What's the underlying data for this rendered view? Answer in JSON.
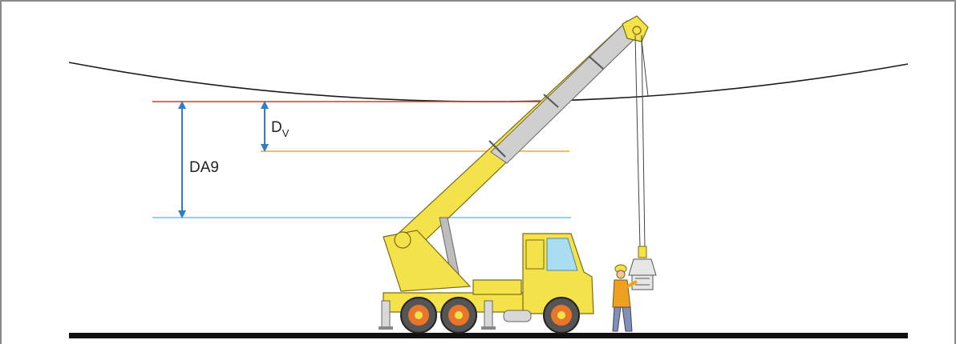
{
  "labels": {
    "dv_main": "D",
    "dv_sub": "V",
    "da9": "DA9"
  },
  "colors": {
    "conductor": "#1a1a1a",
    "red_limit": "#e0322c",
    "orange_limit": "#f5a623",
    "blue_limit": "#6ec3f0",
    "arrow": "#2b7fc2",
    "crane_yellow": "#f4e24b",
    "boom_gray": "#bdbdbd",
    "wheel_orange": "#e8752a",
    "ground": "#111111"
  },
  "icons": [
    "crane-truck-icon",
    "worker-icon",
    "load-block-icon"
  ]
}
